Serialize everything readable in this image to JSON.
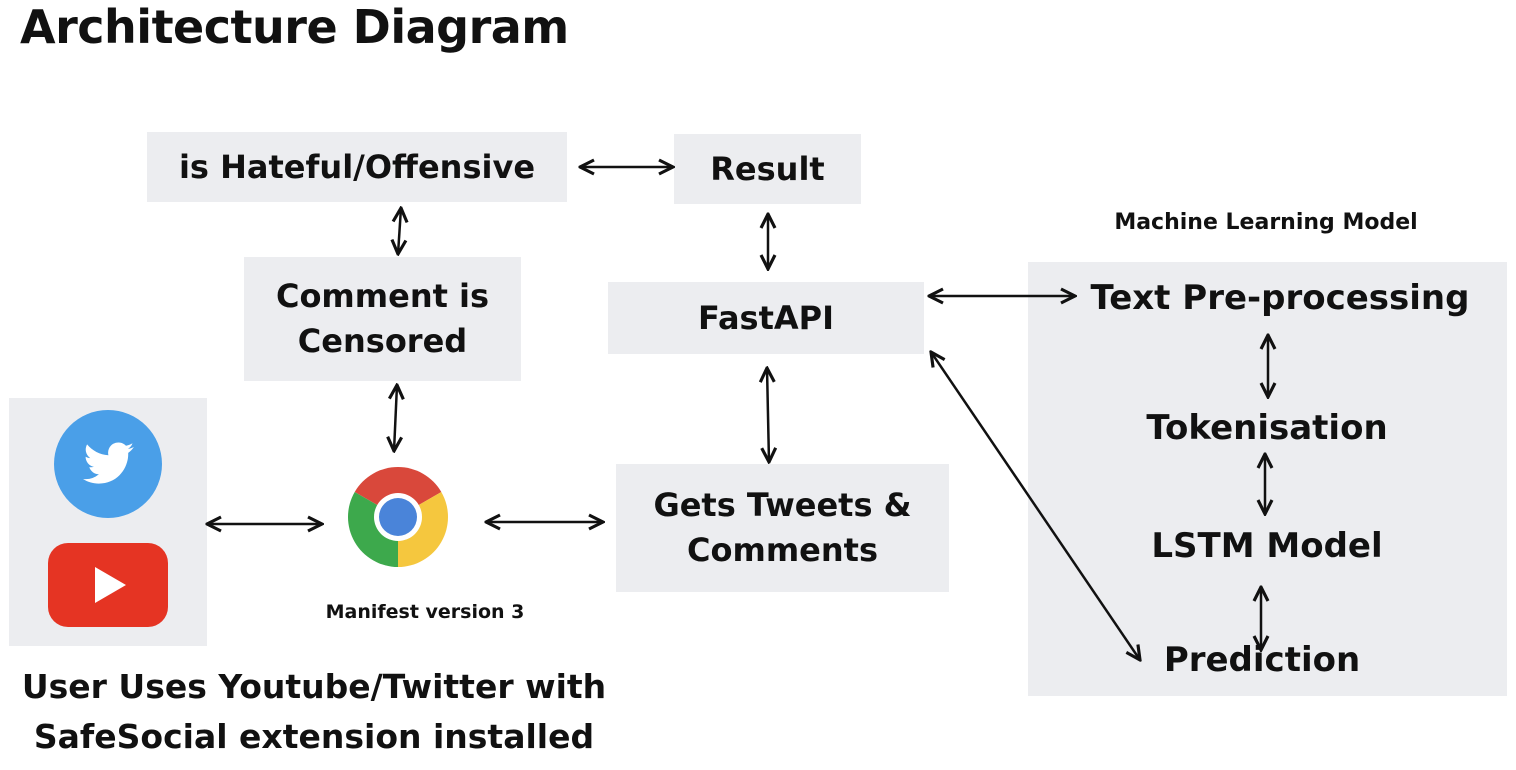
{
  "title": "Architecture Diagram",
  "nodes": {
    "hateful": "is Hateful/Offensive",
    "result": "Result",
    "censored": "Comment is Censored",
    "fastapi": "FastAPI",
    "gets": "Gets Tweets & Comments",
    "manifest": "Manifest version 3",
    "user": "User Uses Youtube/Twitter with SafeSocial extension installed"
  },
  "ml_model": {
    "label": "Machine Learning Model",
    "steps": [
      "Text Pre-processing",
      "Tokenisation",
      "LSTM Model",
      "Prediction"
    ]
  },
  "icons": {
    "twitter": "twitter-icon",
    "youtube": "youtube-icon",
    "chrome": "chrome-icon"
  },
  "colors": {
    "box": "#ecedf0",
    "twitter": "#4a9fe8",
    "youtube": "#e53423",
    "chrome_red": "#d9483b",
    "chrome_green": "#3da94c",
    "chrome_yellow": "#f5c73e",
    "chrome_blue": "#4a84d9"
  }
}
